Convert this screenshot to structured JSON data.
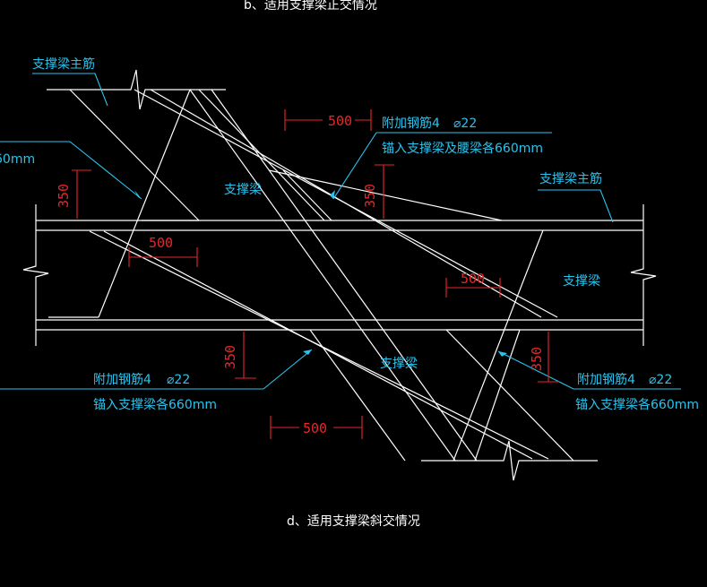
{
  "colors": {
    "background": "#000000",
    "linework": "#ffffff",
    "annotation": "#29c4ee",
    "dimension": "#e8262a"
  },
  "header_caption": "b、适用支撑梁正交情况",
  "footer_caption": "d、适用支撑梁斜交情况",
  "labels": {
    "main_bar_top_left": "支撑梁主筋",
    "main_bar_right": "支撑梁主筋",
    "left_cut_text": "60mm",
    "beam_upper": "支撑梁",
    "beam_right": "支撑梁",
    "beam_lower": "支撑梁",
    "extra_top_line1": "附加钢筋4",
    "extra_top_bar": "⌀22",
    "extra_top_line2": "锚入支撑梁及腰梁各660mm",
    "extra_left_line1": "附加钢筋4",
    "extra_left_bar": "⌀22",
    "extra_left_line2": "锚入支撑梁各660mm",
    "extra_right_line1": "附加钢筋4",
    "extra_right_bar": "⌀22",
    "extra_right_line2": "锚入支撑梁各660mm"
  },
  "dimensions": {
    "top_500": "500",
    "left_350": "350",
    "mid_350": "350",
    "left_mid_500": "500",
    "right_mid_500": "500",
    "lower_350": "350",
    "right_350": "350",
    "bottom_500": "500"
  }
}
